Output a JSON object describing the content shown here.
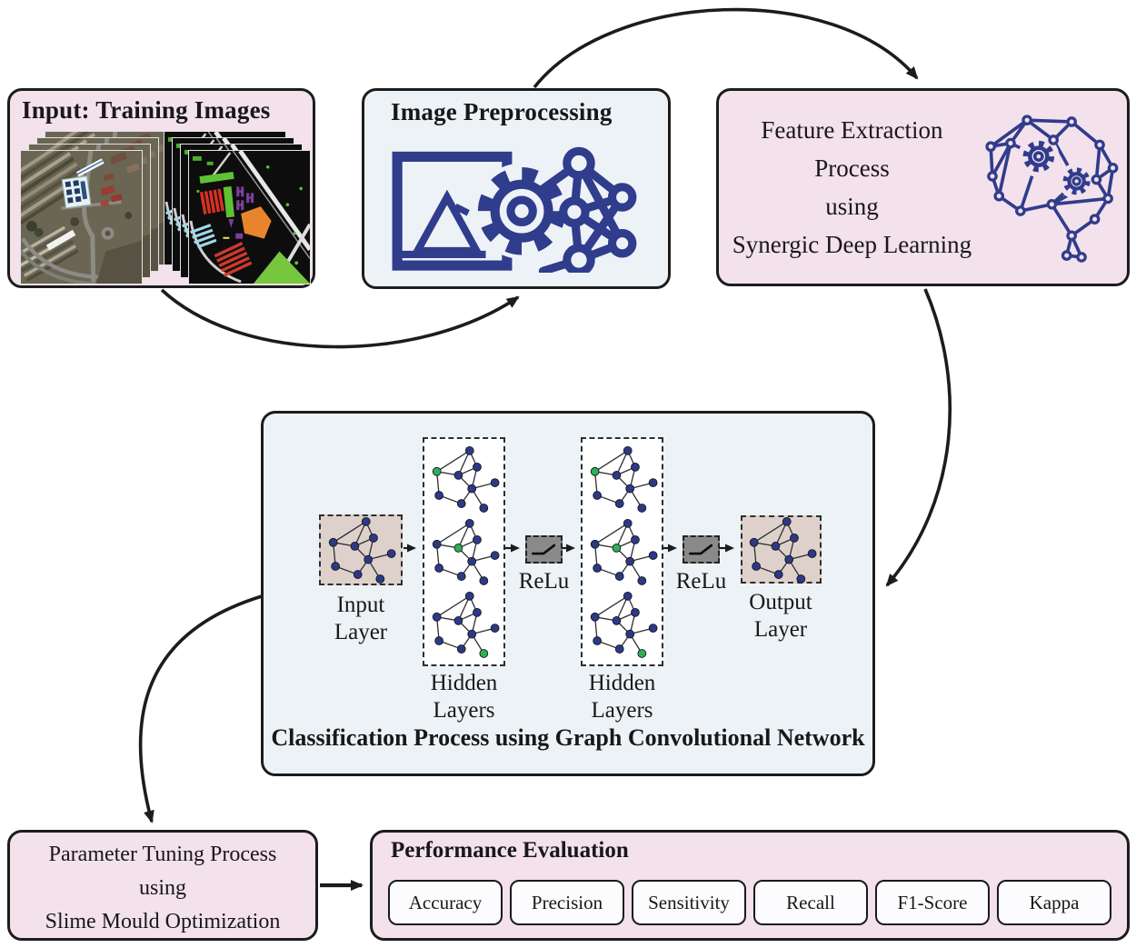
{
  "figure": {
    "type": "flow-diagram",
    "description_labels_only": true
  },
  "boxes": {
    "input": {
      "title": "Input: Training Images"
    },
    "preprocessing": {
      "title": "Image Preprocessing"
    },
    "feature": {
      "lines": [
        "Feature Extraction Process",
        "using",
        "Synergic Deep Learning"
      ]
    },
    "classification": {
      "title": "Classification Process using Graph Convolutional Network",
      "input_layer": [
        "Input",
        "Layer"
      ],
      "hidden_layers": [
        "Hidden",
        "Layers"
      ],
      "relu": "ReLu",
      "output_layer": [
        "Output",
        "Layer"
      ]
    },
    "tuning": {
      "lines": [
        "Parameter Tuning Process",
        "using",
        "Slime Mould Optimization"
      ]
    },
    "performance": {
      "title": "Performance Evaluation",
      "metrics": [
        "Accuracy",
        "Precision",
        "Sensitivity",
        "Recall",
        "F1-Score",
        "Kappa"
      ]
    }
  },
  "icons": {
    "input_left": "aerial-photo-stack-icon",
    "input_right": "ground-truth-map-stack-icon",
    "preprocessing": "image-gear-network-icon",
    "feature": "brain-network-gears-icon",
    "classification_node": "graph-icon",
    "relu": "relu-activation-icon"
  },
  "colors": {
    "pink": "#f3e1eb",
    "panel": "#edf2f6",
    "navy": "#303c8c",
    "node": "#2c3a86",
    "green_node": "#2fae57",
    "relu_gray": "#8a8a8a",
    "line": "#1c1c1c",
    "io_layer_bg": "#ded1cb"
  }
}
